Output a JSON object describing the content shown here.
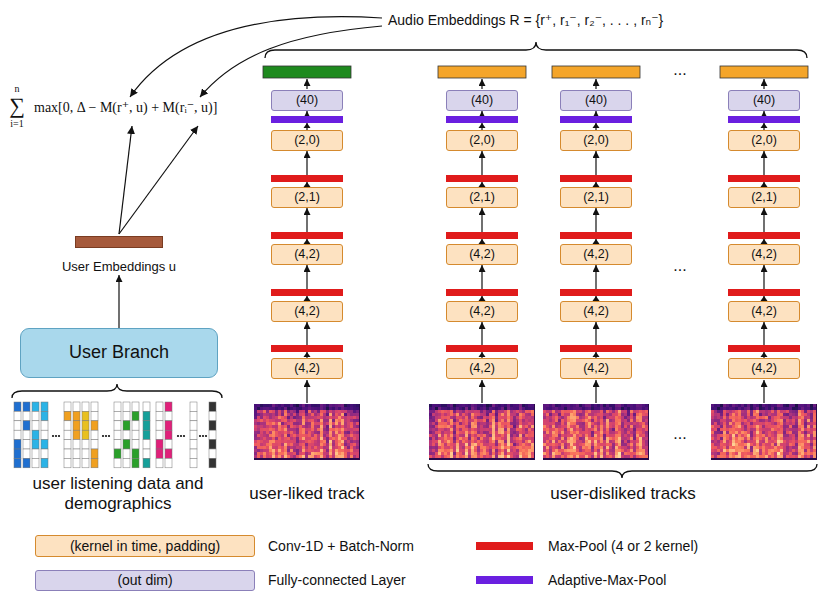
{
  "diagram": {
    "nodes": [
      {
        "text": [
          "User Branch"
        ]
      },
      {
        "text": [
          "User Embeddings u"
        ]
      },
      {
        "text": [
          "(40)"
        ]
      },
      {
        "text": [
          "(2,0)"
        ]
      },
      {
        "text": [
          "(2,1)"
        ]
      },
      {
        "text": [
          "(4,2)"
        ]
      },
      {
        "text": [
          "(4,2)"
        ]
      },
      {
        "text": [
          "(4,2)"
        ]
      },
      {
        "text": [
          "(40)"
        ]
      },
      {
        "text": [
          "(2,0)"
        ]
      },
      {
        "text": [
          "(2,1)"
        ]
      },
      {
        "text": [
          "(4,2)"
        ]
      },
      {
        "text": [
          "(4,2)"
        ]
      },
      {
        "text": [
          "(4,2)"
        ]
      },
      {
        "text": [
          "(40)"
        ]
      },
      {
        "text": [
          "(2,0)"
        ]
      },
      {
        "text": [
          "(2,1)"
        ]
      },
      {
        "text": [
          "(4,2)"
        ]
      },
      {
        "text": [
          "(4,2)"
        ]
      },
      {
        "text": [
          "(4,2)"
        ]
      },
      {
        "text": [
          "(40)"
        ]
      },
      {
        "text": [
          "(2,0)"
        ]
      },
      {
        "text": [
          "(2,1)"
        ]
      },
      {
        "text": [
          "(4,2)"
        ]
      },
      {
        "text": [
          "(4,2)"
        ]
      },
      {
        "text": [
          "(4,2)"
        ]
      },
      {
        "text": [
          "(kernel in time, padding)"
        ]
      },
      {
        "text": [
          "(out dim)"
        ]
      }
    ],
    "edges": [
      {
        "from": 0,
        "to": 1,
        "arrow": "to"
      },
      {
        "from": 7,
        "to": 6,
        "arrow": "to"
      },
      {
        "from": 6,
        "to": 5,
        "arrow": "to"
      },
      {
        "from": 5,
        "to": 4,
        "arrow": "to"
      },
      {
        "from": 4,
        "to": 3,
        "arrow": "to"
      },
      {
        "from": 3,
        "to": 2,
        "arrow": "to"
      },
      {
        "from": 13,
        "to": 12,
        "arrow": "to"
      },
      {
        "from": 12,
        "to": 11,
        "arrow": "to"
      },
      {
        "from": 11,
        "to": 10,
        "arrow": "to"
      },
      {
        "from": 10,
        "to": 9,
        "arrow": "to"
      },
      {
        "from": 9,
        "to": 8,
        "arrow": "to"
      },
      {
        "from": 19,
        "to": 18,
        "arrow": "to"
      },
      {
        "from": 18,
        "to": 17,
        "arrow": "to"
      },
      {
        "from": 17,
        "to": 16,
        "arrow": "to"
      },
      {
        "from": 16,
        "to": 15,
        "arrow": "to"
      },
      {
        "from": 15,
        "to": 14,
        "arrow": "to"
      },
      {
        "from": 25,
        "to": 24,
        "arrow": "to"
      },
      {
        "from": 24,
        "to": 23,
        "arrow": "to"
      },
      {
        "from": 23,
        "to": 22,
        "arrow": "to"
      },
      {
        "from": 22,
        "to": 21,
        "arrow": "to"
      },
      {
        "from": 21,
        "to": 20,
        "arrow": "to"
      }
    ],
    "labels": [
      "Audio Embeddings R = {r⁺, r₁⁻, r₂⁻, . . . , rₙ⁻}",
      "n",
      "∑",
      "i=1",
      "max[0, Δ − M(r⁺, u) + M(rᵢ⁻, u)]",
      "...",
      "...",
      "...",
      "user-liked track",
      "user-disliked tracks",
      "user listening data and demographics"
    ],
    "legend": [
      {
        "text": "Conv-1D + Batch-Norm",
        "color": "#fde2c1"
      },
      {
        "text": "Max-Pool (4 or 2 kernel)",
        "color": "#e01b1b"
      },
      {
        "text": "Fully-connected Layer",
        "color": "#d9d5ec"
      },
      {
        "text": "Adaptive-Max-Pool",
        "color": "#6a1fe0"
      }
    ]
  }
}
